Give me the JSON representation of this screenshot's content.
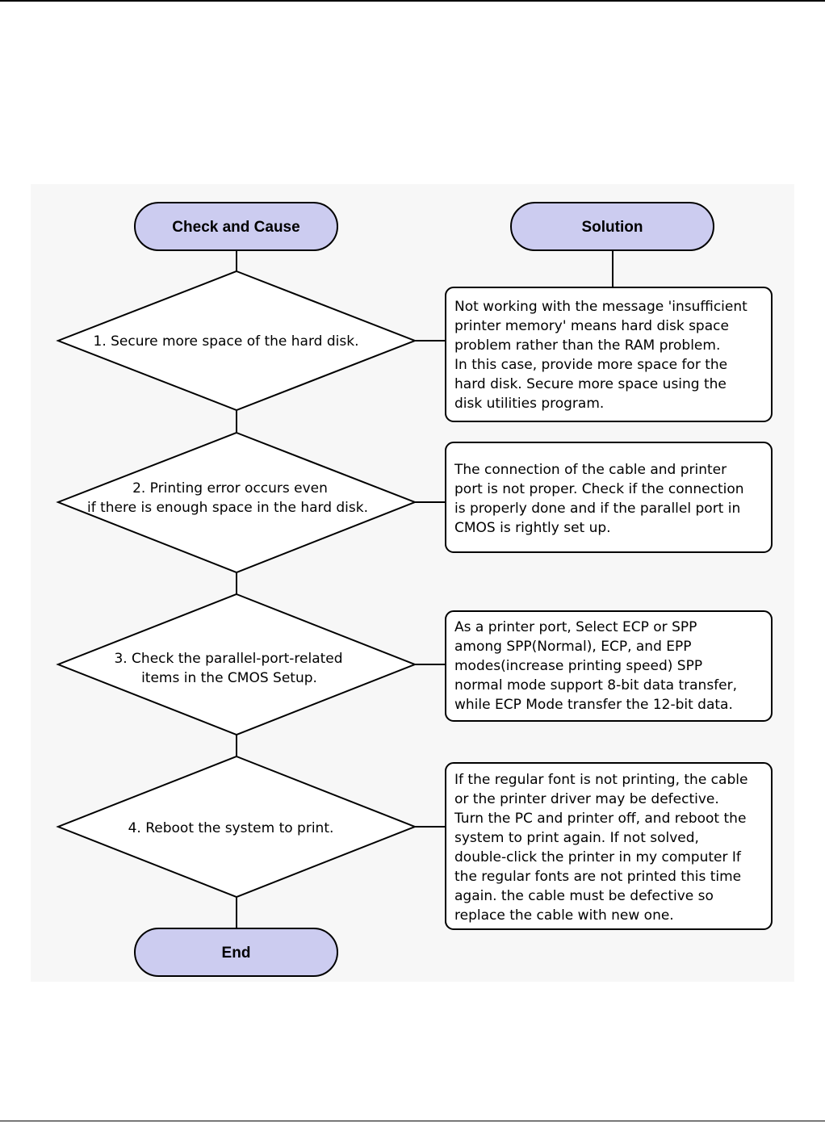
{
  "colors": {
    "terminal_fill": "#ccccf0",
    "stroke": "#000000",
    "panel_bg": "#f7f7f7"
  },
  "headers": {
    "left": "Check and Cause",
    "right": "Solution"
  },
  "end_label": "End",
  "steps": [
    {
      "check_lines": [
        "1. Secure more space of the hard disk."
      ],
      "solution_lines": [
        "Not working with the message 'insufficient",
        "printer memory' means hard disk space",
        "problem rather than the RAM problem.",
        "In this case, provide more space for the",
        "hard disk. Secure more space using the",
        "disk utilities program."
      ]
    },
    {
      "check_lines": [
        "2. Printing error occurs even",
        "if there is enough space in the hard disk."
      ],
      "solution_lines": [
        "The connection of the cable and printer",
        "port is not proper. Check if the connection",
        "is properly done and if the parallel port in",
        "CMOS is rightly set up."
      ]
    },
    {
      "check_lines": [
        "3. Check the parallel-port-related",
        "items in the CMOS Setup."
      ],
      "solution_lines": [
        "As a printer port, Select ECP or SPP",
        "among SPP(Normal), ECP, and EPP",
        "modes(increase printing speed) SPP",
        "normal mode support 8-bit data transfer,",
        "while ECP Mode transfer the 12-bit data."
      ]
    },
    {
      "check_lines": [
        "4. Reboot the system to print."
      ],
      "solution_lines": [
        "If the regular font is not printing, the cable",
        "or the printer driver may be defective.",
        "Turn the PC and printer off, and reboot the",
        "system to print again. If not solved,",
        "double-click the printer in my computer If",
        "the regular fonts are not printed this time",
        "again. the cable must be defective so",
        "replace the cable with new one."
      ]
    }
  ]
}
